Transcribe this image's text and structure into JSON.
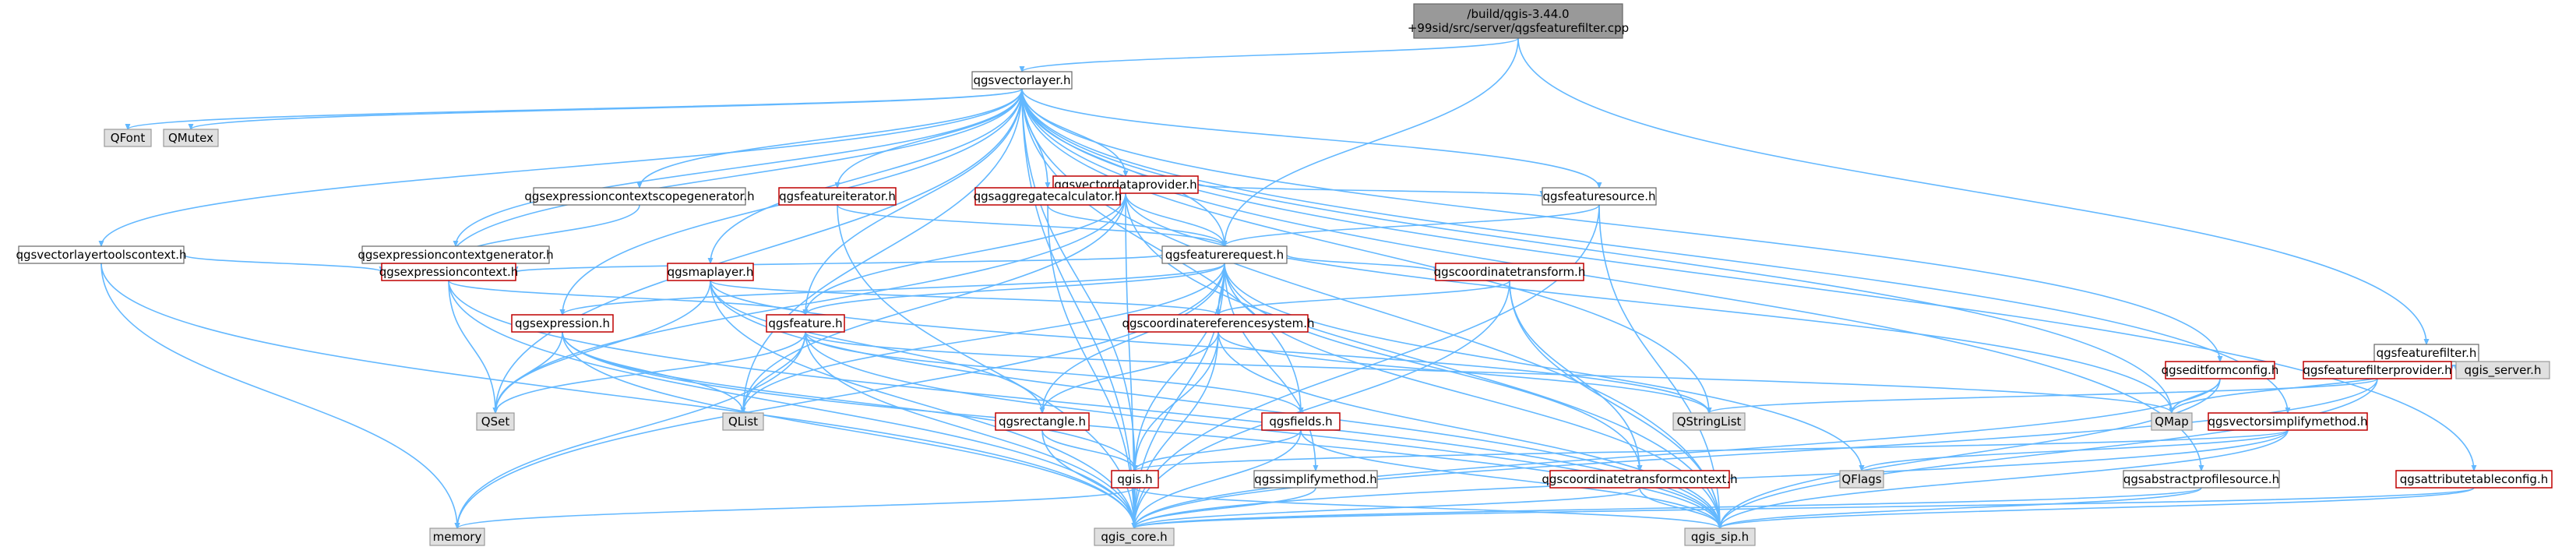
{
  "nodes": [
    {
      "id": "root",
      "lines": [
        "/build/qgis-3.44.0",
        "+99sid/src/server/qgsfeaturefilter.cpp"
      ],
      "style": "root"
    },
    {
      "id": "qgsvectorlayer",
      "lines": [
        "qgsvectorlayer.h"
      ],
      "style": "std"
    },
    {
      "id": "qgsfeaturefilter_h",
      "lines": [
        "qgsfeaturefilter.h"
      ],
      "style": "std"
    },
    {
      "id": "qfont",
      "lines": [
        "QFont"
      ],
      "style": "ext"
    },
    {
      "id": "qmutex",
      "lines": [
        "QMutex"
      ],
      "style": "ext"
    },
    {
      "id": "qgsvectordataprovider",
      "lines": [
        "qgsvectordataprovider.h"
      ],
      "style": "red"
    },
    {
      "id": "qgsexprctxscopegen",
      "lines": [
        "qgsexpressioncontextscopegenerator.h"
      ],
      "style": "std"
    },
    {
      "id": "qgsfeatureiterator",
      "lines": [
        "qgsfeatureiterator.h"
      ],
      "style": "red"
    },
    {
      "id": "qgsaggregatecalculator",
      "lines": [
        "qgsaggregatecalculator.h"
      ],
      "style": "red"
    },
    {
      "id": "qgsfeaturesource",
      "lines": [
        "qgsfeaturesource.h"
      ],
      "style": "std"
    },
    {
      "id": "qgsvectorlayertoolscontext",
      "lines": [
        "qgsvectorlayertoolscontext.h"
      ],
      "style": "std"
    },
    {
      "id": "qgsexprctxgen",
      "lines": [
        "qgsexpressioncontextgenerator.h"
      ],
      "style": "std"
    },
    {
      "id": "qgsfeaturerequest",
      "lines": [
        "qgsfeaturerequest.h"
      ],
      "style": "std"
    },
    {
      "id": "qgsexpressioncontext",
      "lines": [
        "qgsexpressioncontext.h"
      ],
      "style": "red"
    },
    {
      "id": "qgsmaplayer",
      "lines": [
        "qgsmaplayer.h"
      ],
      "style": "red"
    },
    {
      "id": "qgscoordinatetransform",
      "lines": [
        "qgscoordinatetransform.h"
      ],
      "style": "red"
    },
    {
      "id": "qgsexpression",
      "lines": [
        "qgsexpression.h"
      ],
      "style": "red"
    },
    {
      "id": "qgsfeature",
      "lines": [
        "qgsfeature.h"
      ],
      "style": "red"
    },
    {
      "id": "qgscrs",
      "lines": [
        "qgscoordinatereferencesystem.h"
      ],
      "style": "red"
    },
    {
      "id": "qgseditformconfig",
      "lines": [
        "qgseditformconfig.h"
      ],
      "style": "red"
    },
    {
      "id": "qgsfeaturefilterprovider",
      "lines": [
        "qgsfeaturefilterprovider.h"
      ],
      "style": "red"
    },
    {
      "id": "qgis_server",
      "lines": [
        "qgis_server.h"
      ],
      "style": "ext"
    },
    {
      "id": "qset",
      "lines": [
        "QSet"
      ],
      "style": "ext"
    },
    {
      "id": "qlist",
      "lines": [
        "QList"
      ],
      "style": "ext"
    },
    {
      "id": "qgsrectangle",
      "lines": [
        "qgsrectangle.h"
      ],
      "style": "red"
    },
    {
      "id": "qgsfields",
      "lines": [
        "qgsfields.h"
      ],
      "style": "red"
    },
    {
      "id": "qstringlist",
      "lines": [
        "QStringList"
      ],
      "style": "ext"
    },
    {
      "id": "qmap",
      "lines": [
        "QMap"
      ],
      "style": "ext"
    },
    {
      "id": "qgsvectorsimplifymethod",
      "lines": [
        "qgsvectorsimplifymethod.h"
      ],
      "style": "red"
    },
    {
      "id": "qgis_h",
      "lines": [
        "qgis.h"
      ],
      "style": "red"
    },
    {
      "id": "qgssimplifymethod",
      "lines": [
        "qgssimplifymethod.h"
      ],
      "style": "std"
    },
    {
      "id": "qgsctcontext",
      "lines": [
        "qgscoordinatetransformcontext.h"
      ],
      "style": "red"
    },
    {
      "id": "qflags",
      "lines": [
        "QFlags"
      ],
      "style": "ext"
    },
    {
      "id": "qgsabstractprofilesource",
      "lines": [
        "qgsabstractprofilesource.h"
      ],
      "style": "std"
    },
    {
      "id": "qgsattributetableconfig",
      "lines": [
        "qgsattributetableconfig.h"
      ],
      "style": "red"
    },
    {
      "id": "memory",
      "lines": [
        "memory"
      ],
      "style": "ext"
    },
    {
      "id": "qgis_core",
      "lines": [
        "qgis_core.h"
      ],
      "style": "ext"
    },
    {
      "id": "qgis_sip",
      "lines": [
        "qgis_sip.h"
      ],
      "style": "ext"
    }
  ],
  "edges": [
    [
      "root",
      "qgsvectorlayer"
    ],
    [
      "root",
      "qgsfeaturefilter_h"
    ],
    [
      "root",
      "qgsfeaturerequest"
    ],
    [
      "qgsvectorlayer",
      "qfont"
    ],
    [
      "qgsvectorlayer",
      "qmutex"
    ],
    [
      "qgsvectorlayer",
      "qgsvectordataprovider"
    ],
    [
      "qgsvectorlayer",
      "qgsexprctxscopegen"
    ],
    [
      "qgsvectorlayer",
      "qgsfeatureiterator"
    ],
    [
      "qgsvectorlayer",
      "qgsaggregatecalculator"
    ],
    [
      "qgsvectorlayer",
      "qgsfeaturesource"
    ],
    [
      "qgsvectorlayer",
      "qgsvectorlayertoolscontext"
    ],
    [
      "qgsvectorlayer",
      "qgsexprctxgen"
    ],
    [
      "qgsvectorlayer",
      "qgsfeaturerequest"
    ],
    [
      "qgsvectorlayer",
      "qgsexpressioncontext"
    ],
    [
      "qgsvectorlayer",
      "qgsmaplayer"
    ],
    [
      "qgsvectorlayer",
      "qgsfeature"
    ],
    [
      "qgsvectorlayer",
      "qgsexpression"
    ],
    [
      "qgsvectorlayer",
      "qgseditformconfig"
    ],
    [
      "qgsvectorlayer",
      "qgsvectorsimplifymethod"
    ],
    [
      "qgsvectorlayer",
      "qgsabstractprofilesource"
    ],
    [
      "qgsvectorlayer",
      "qgsattributetableconfig"
    ],
    [
      "qgsvectorlayer",
      "qgsfields"
    ],
    [
      "qgsvectorlayer",
      "qstringlist"
    ],
    [
      "qgsvectorlayer",
      "qmap"
    ],
    [
      "qgsvectorlayer",
      "qset"
    ],
    [
      "qgsvectorlayer",
      "qlist"
    ],
    [
      "qgsvectorlayer",
      "qgis_h"
    ],
    [
      "qgsvectorlayer",
      "qgis_core"
    ],
    [
      "qgsvectorlayer",
      "qgis_sip"
    ],
    [
      "qgsvectordataprovider",
      "qgsaggregatecalculator"
    ],
    [
      "qgsvectordataprovider",
      "qgsfeaturesource"
    ],
    [
      "qgsvectordataprovider",
      "qgsfeaturerequest"
    ],
    [
      "qgsvectordataprovider",
      "qgsfeature"
    ],
    [
      "qgsvectordataprovider",
      "qset"
    ],
    [
      "qgsvectordataprovider",
      "qlist"
    ],
    [
      "qgsvectordataprovider",
      "qmap"
    ],
    [
      "qgsvectordataprovider",
      "qgis_core"
    ],
    [
      "qgsvectordataprovider",
      "qgis_sip"
    ],
    [
      "qgsexprctxscopegen",
      "qgsexpressioncontext"
    ],
    [
      "qgsfeatureiterator",
      "qgsfeaturerequest"
    ],
    [
      "qgsfeatureiterator",
      "qgis_core"
    ],
    [
      "qgsaggregatecalculator",
      "qgsfeaturerequest"
    ],
    [
      "qgsaggregatecalculator",
      "qgis_core"
    ],
    [
      "qgsfeaturesource",
      "qgsfeaturerequest"
    ],
    [
      "qgsfeaturesource",
      "qgis_core"
    ],
    [
      "qgsfeaturesource",
      "qgis_sip"
    ],
    [
      "qgsvectorlayertoolscontext",
      "qgsexpressioncontext"
    ],
    [
      "qgsvectorlayertoolscontext",
      "memory"
    ],
    [
      "qgsvectorlayertoolscontext",
      "qgis_core"
    ],
    [
      "qgsexprctxgen",
      "qgsexpressioncontext"
    ],
    [
      "qgsfeaturerequest",
      "qgsexpressioncontext"
    ],
    [
      "qgsfeaturerequest",
      "qgsexpression"
    ],
    [
      "qgsfeaturerequest",
      "qgsfeature"
    ],
    [
      "qgsfeaturerequest",
      "qgscrs"
    ],
    [
      "qgsfeaturerequest",
      "qgscoordinatetransform"
    ],
    [
      "qgsfeaturerequest",
      "qgsrectangle"
    ],
    [
      "qgsfeaturerequest",
      "qgssimplifymethod"
    ],
    [
      "qgsfeaturerequest",
      "qgsctcontext"
    ],
    [
      "qgsfeaturerequest",
      "qflags"
    ],
    [
      "qgsfeaturerequest",
      "qlist"
    ],
    [
      "qgsfeaturerequest",
      "memory"
    ],
    [
      "qgsfeaturerequest",
      "qgis_h"
    ],
    [
      "qgsfeaturerequest",
      "qgis_core"
    ],
    [
      "qgsfeaturerequest",
      "qgis_sip"
    ],
    [
      "qgsexpressioncontext",
      "qgsfeature"
    ],
    [
      "qgsexpressioncontext",
      "qset"
    ],
    [
      "qgsexpressioncontext",
      "qgis_core"
    ],
    [
      "qgsexpressioncontext",
      "qgis_sip"
    ],
    [
      "qgsmaplayer",
      "qgscrs"
    ],
    [
      "qgsmaplayer",
      "qgsrectangle"
    ],
    [
      "qgsmaplayer",
      "qset"
    ],
    [
      "qgsmaplayer",
      "qstringlist"
    ],
    [
      "qgsmaplayer",
      "qgis_core"
    ],
    [
      "qgsmaplayer",
      "qgis_sip"
    ],
    [
      "qgscoordinatetransform",
      "qgscrs"
    ],
    [
      "qgscoordinatetransform",
      "qgsctcontext"
    ],
    [
      "qgscoordinatetransform",
      "qgis_core"
    ],
    [
      "qgscoordinatetransform",
      "qgis_sip"
    ],
    [
      "qgsexpression",
      "qset"
    ],
    [
      "qgsexpression",
      "qlist"
    ],
    [
      "qgsexpression",
      "qgis_h"
    ],
    [
      "qgsexpression",
      "qgis_core"
    ],
    [
      "qgsexpression",
      "qgis_sip"
    ],
    [
      "qgsfeature",
      "qset"
    ],
    [
      "qgsfeature",
      "qlist"
    ],
    [
      "qgsfeature",
      "qmap"
    ],
    [
      "qgsfeature",
      "memory"
    ],
    [
      "qgsfeature",
      "qgsfields"
    ],
    [
      "qgsfeature",
      "qgis_core"
    ],
    [
      "qgsfeature",
      "qgis_sip"
    ],
    [
      "qgscrs",
      "qgsrectangle"
    ],
    [
      "qgscrs",
      "qgis_h"
    ],
    [
      "qgscrs",
      "qstringlist"
    ],
    [
      "qgscrs",
      "qgis_core"
    ],
    [
      "qgscrs",
      "qgis_sip"
    ],
    [
      "qgseditformconfig",
      "qmap"
    ],
    [
      "qgseditformconfig",
      "qgis_core"
    ],
    [
      "qgseditformconfig",
      "qgis_sip"
    ],
    [
      "qgsfeaturefilter_h",
      "qgsfeaturefilterprovider"
    ],
    [
      "qgsfeaturefilter_h",
      "qgis_server"
    ],
    [
      "qgsfeaturefilter_h",
      "qmap"
    ],
    [
      "qgsfeaturefilterprovider",
      "qstringlist"
    ],
    [
      "qgsfeaturefilterprovider",
      "qgis_core"
    ],
    [
      "qgsfeaturefilterprovider",
      "qgis_sip"
    ],
    [
      "qgsrectangle",
      "qgis_h"
    ],
    [
      "qgsrectangle",
      "qgis_core"
    ],
    [
      "qgsfields",
      "qgis_h"
    ],
    [
      "qgsfields",
      "qgis_core"
    ],
    [
      "qgsfields",
      "qgis_sip"
    ],
    [
      "qgsvectorsimplifymethod",
      "qgis_h"
    ],
    [
      "qgsvectorsimplifymethod",
      "qflags"
    ],
    [
      "qgsvectorsimplifymethod",
      "qgis_core"
    ],
    [
      "qgsvectorsimplifymethod",
      "qgis_sip"
    ],
    [
      "qgis_h",
      "memory"
    ],
    [
      "qgis_h",
      "qgis_core"
    ],
    [
      "qgis_h",
      "qgis_sip"
    ],
    [
      "qgssimplifymethod",
      "qgis_core"
    ],
    [
      "qgsctcontext",
      "qgis_core"
    ],
    [
      "qgsctcontext",
      "qgis_sip"
    ],
    [
      "qgsabstractprofilesource",
      "qgis_core"
    ],
    [
      "qgsabstractprofilesource",
      "qgis_sip"
    ],
    [
      "qgsattributetableconfig",
      "qgis_core"
    ],
    [
      "qgsattributetableconfig",
      "qgis_sip"
    ]
  ]
}
